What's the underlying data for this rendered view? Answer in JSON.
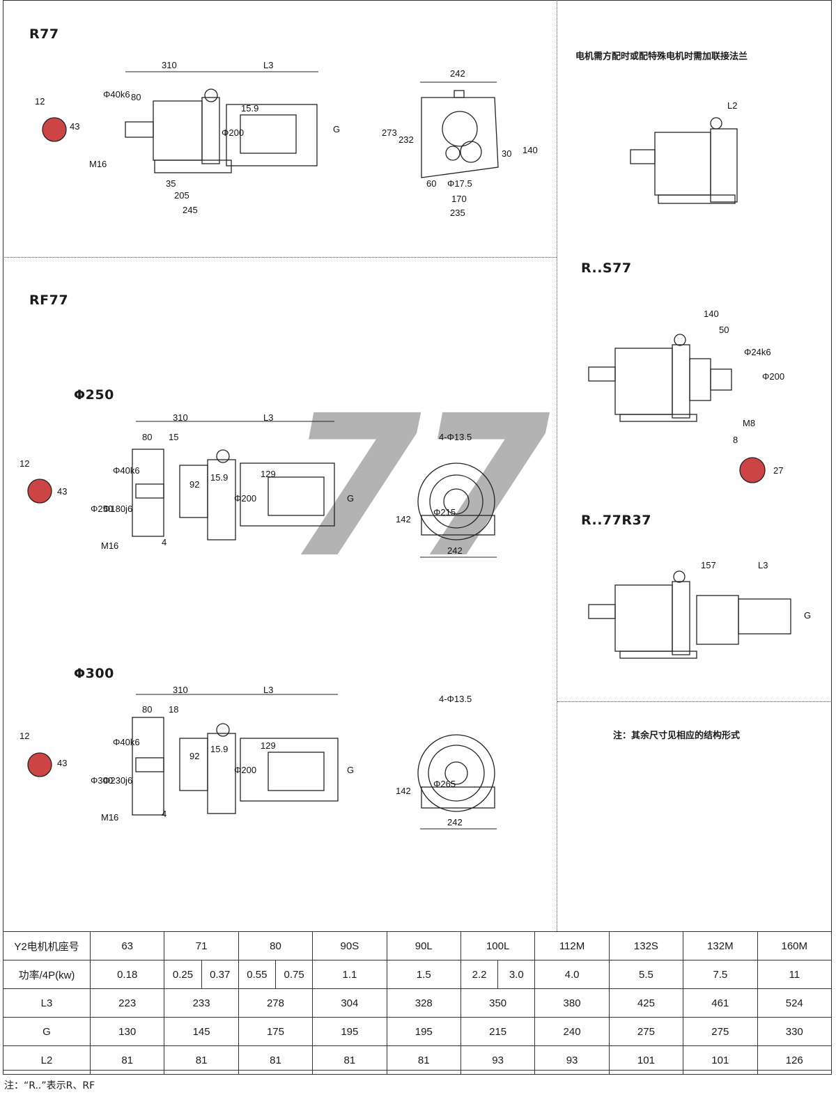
{
  "sections": {
    "r77": {
      "title": "R77",
      "dims": [
        "12",
        "43",
        "80",
        "Φ40k6",
        "310",
        "L3",
        "15.9",
        "Φ200",
        "G",
        "M16",
        "35",
        "205",
        "245"
      ],
      "end_view": [
        "242",
        "273",
        "232",
        "30",
        "140",
        "60",
        "Φ17.5",
        "170",
        "235"
      ]
    },
    "flange_note": "电机需方配时或配特殊电机时需加联接法兰",
    "flange_dims": [
      "L2"
    ],
    "rs77": {
      "title": "R..S77",
      "dims": [
        "140",
        "50",
        "Φ24k6",
        "Φ200",
        "M8",
        "8",
        "27"
      ]
    },
    "rf77": {
      "title": "RF77"
    },
    "phi250": {
      "title": "Φ250",
      "dims": [
        "310",
        "L3",
        "80",
        "15",
        "12",
        "43",
        "Φ250",
        "Φ180j6",
        "Φ40k6",
        "92",
        "15.9",
        "Φ200",
        "129",
        "G",
        "M16",
        "4"
      ],
      "end_view": [
        "4-Φ13.5",
        "Φ215",
        "142",
        "242"
      ]
    },
    "r77r37": {
      "title": "R..77R37",
      "dims": [
        "157",
        "L3",
        "G"
      ]
    },
    "phi300": {
      "title": "Φ300",
      "dims": [
        "310",
        "L3",
        "80",
        "18",
        "12",
        "43",
        "Φ300",
        "Φ230j6",
        "Φ40k6",
        "92",
        "15.9",
        "Φ200",
        "129",
        "G",
        "M16",
        "4"
      ],
      "end_view": [
        "4-Φ13.5",
        "Φ265",
        "142",
        "242"
      ]
    },
    "other_note": "注：其余尺寸见相应的结构形式"
  },
  "watermark": "77",
  "table": {
    "rows": [
      {
        "label": "Y2电机机座号",
        "cells": [
          [
            "63"
          ],
          [
            "71"
          ],
          [
            "80"
          ],
          [
            "90S"
          ],
          [
            "90L"
          ],
          [
            "100L"
          ],
          [
            "112M"
          ],
          [
            "132S"
          ],
          [
            "132M"
          ],
          [
            "160M"
          ]
        ]
      },
      {
        "label": "功率/4P(kw)",
        "cells": [
          [
            "0.18"
          ],
          [
            "0.25",
            "0.37"
          ],
          [
            "0.55",
            "0.75"
          ],
          [
            "1.1"
          ],
          [
            "1.5"
          ],
          [
            "2.2",
            "3.0"
          ],
          [
            "4.0"
          ],
          [
            "5.5"
          ],
          [
            "7.5"
          ],
          [
            "11"
          ]
        ]
      },
      {
        "label": "L3",
        "cells": [
          [
            "223"
          ],
          [
            "233"
          ],
          [
            "278"
          ],
          [
            "304"
          ],
          [
            "328"
          ],
          [
            "350"
          ],
          [
            "380"
          ],
          [
            "425"
          ],
          [
            "461"
          ],
          [
            "524"
          ]
        ]
      },
      {
        "label": "G",
        "cells": [
          [
            "130"
          ],
          [
            "145"
          ],
          [
            "175"
          ],
          [
            "195"
          ],
          [
            "195"
          ],
          [
            "215"
          ],
          [
            "240"
          ],
          [
            "275"
          ],
          [
            "275"
          ],
          [
            "330"
          ]
        ]
      },
      {
        "label": "L2",
        "cells": [
          [
            "81"
          ],
          [
            "81"
          ],
          [
            "81"
          ],
          [
            "81"
          ],
          [
            "81"
          ],
          [
            "93"
          ],
          [
            "93"
          ],
          [
            "101"
          ],
          [
            "101"
          ],
          [
            "126"
          ]
        ]
      }
    ]
  },
  "footnote": "注：“R..”表示R、RF"
}
